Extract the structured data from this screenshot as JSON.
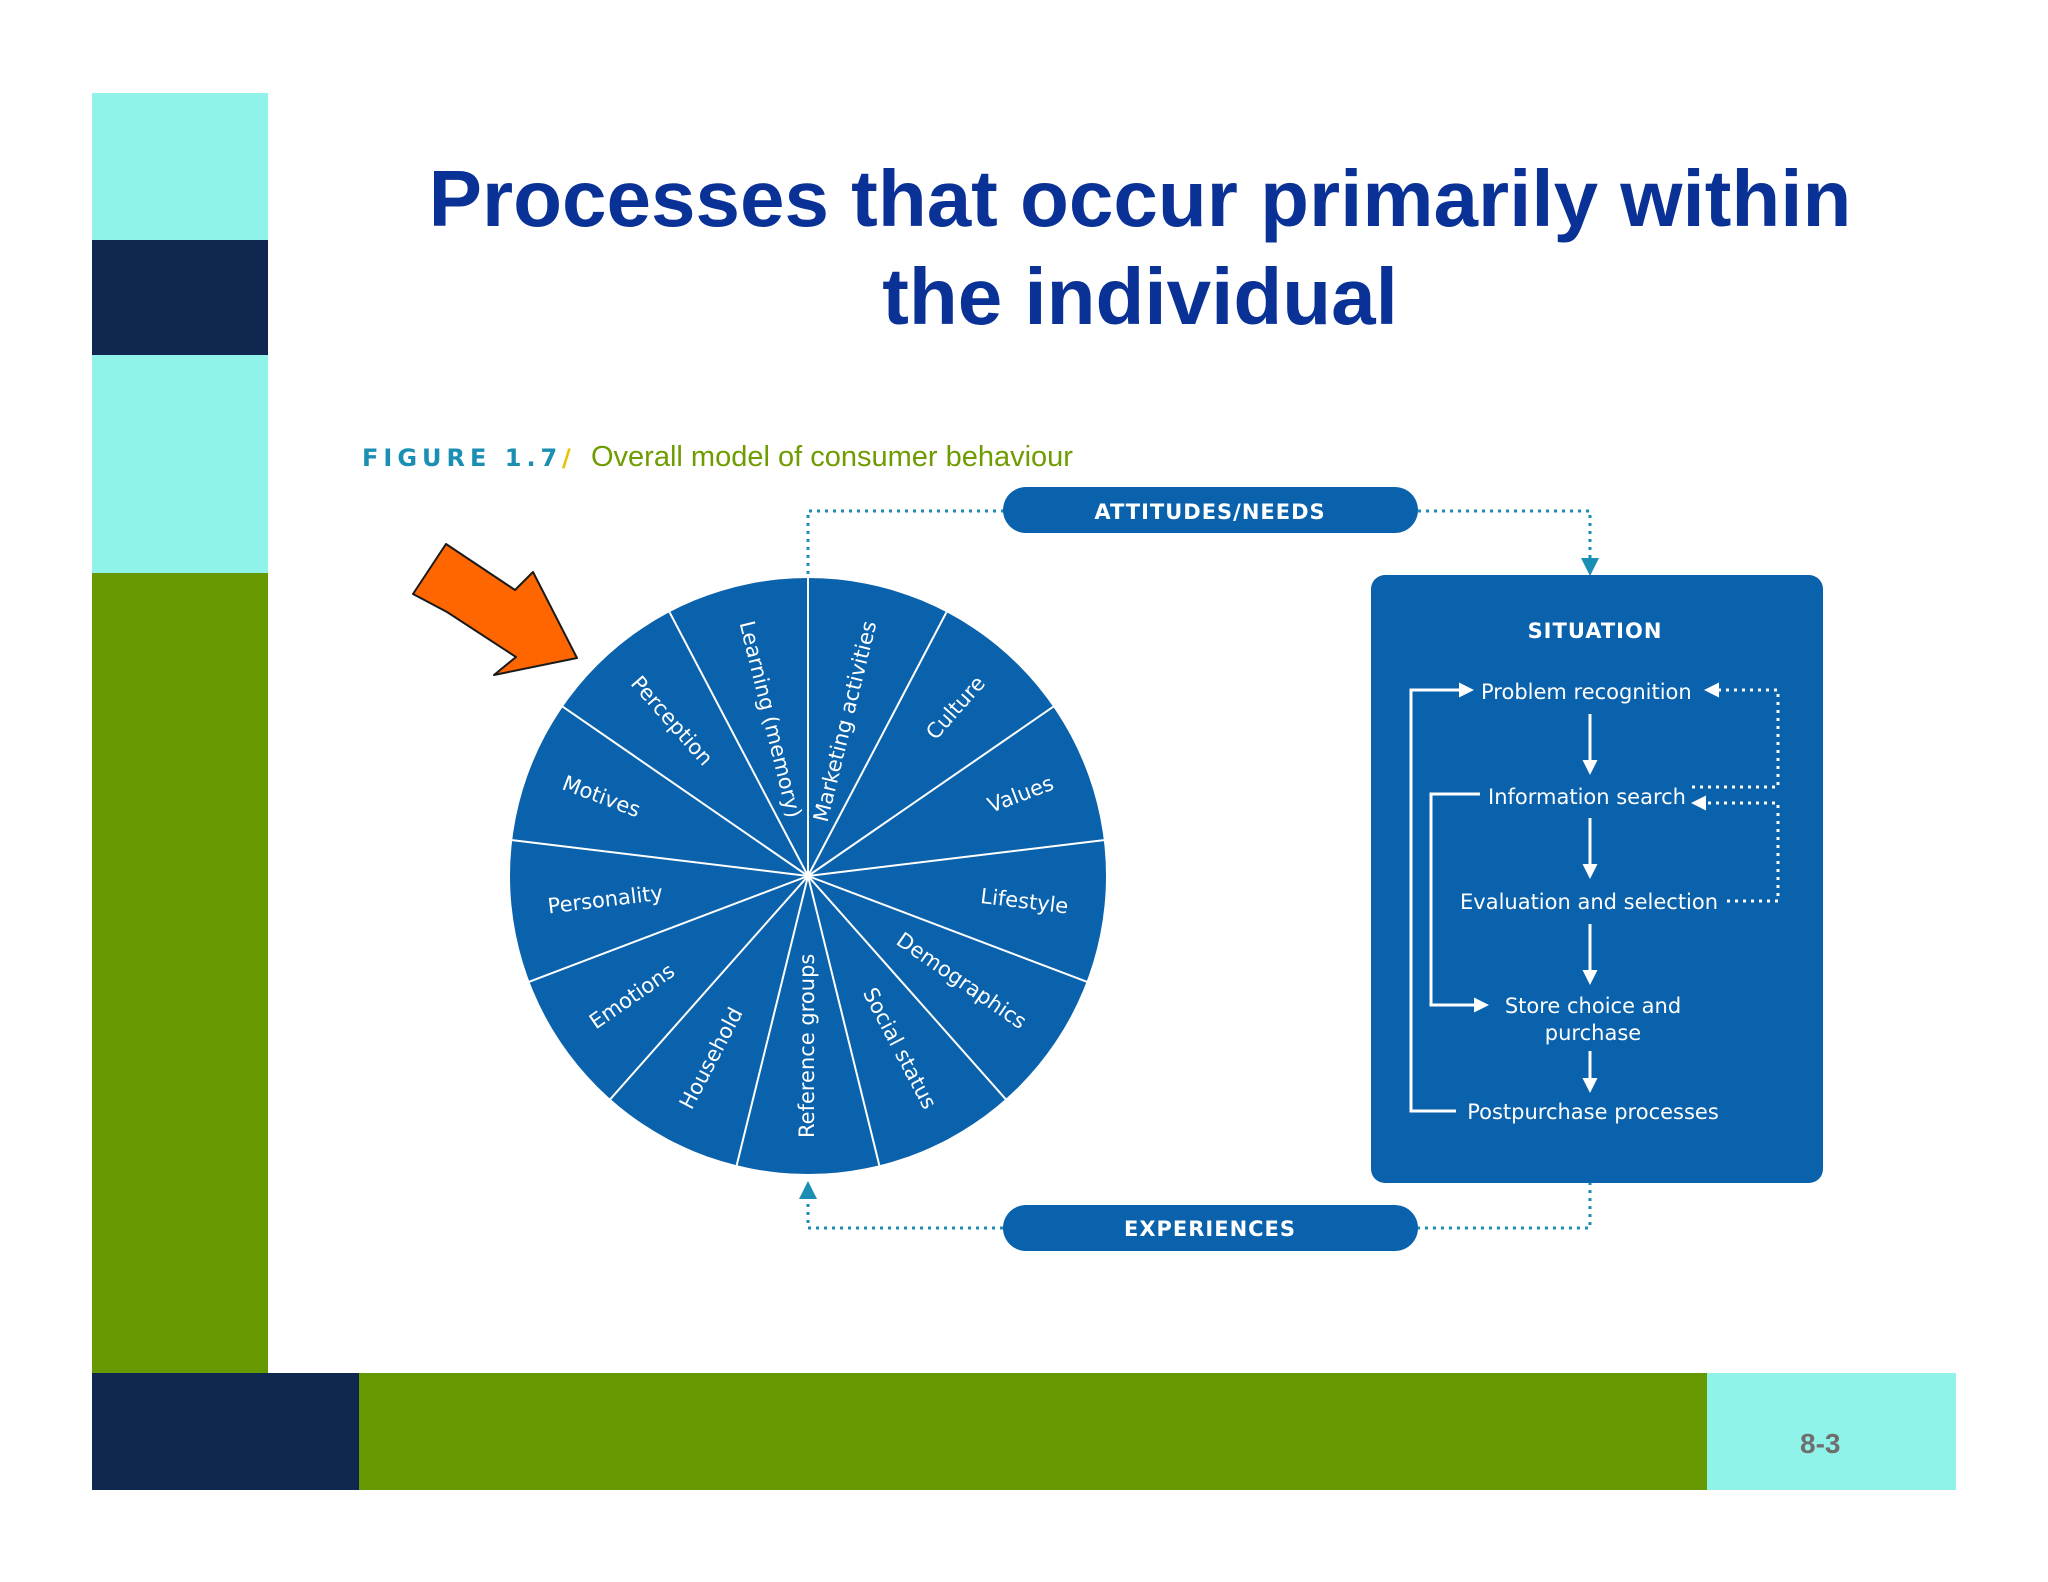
{
  "slide": {
    "title_line1": "Processes that occur primarily within",
    "title_line2": "the individual",
    "page_number": "8-3"
  },
  "figure": {
    "label": "FIGURE 1.7",
    "separator": "/",
    "caption": "Overall model of consumer behaviour"
  },
  "wheel": {
    "segments": [
      "Marketing activities",
      "Culture",
      "Values",
      "Lifestyle",
      "Demographics",
      "Social status",
      "Reference groups",
      "Household",
      "Emotions",
      "Personality",
      "Motives",
      "Perception",
      "Learning (memory)"
    ]
  },
  "flow": {
    "top_label": "ATTITUDES/NEEDS",
    "bottom_label": "EXPERIENCES",
    "situation": {
      "title": "SITUATION",
      "steps": {
        "problem_recognition": "Problem recognition",
        "information_search": "Information search",
        "evaluation": "Evaluation and selection",
        "store_line1": "Store choice and",
        "store_line2": "purchase",
        "postpurchase": "Postpurchase processes"
      }
    }
  },
  "colors": {
    "navy": "#102850",
    "aqua": "#8ff3ea",
    "green": "#669900",
    "title_blue": "#0a3296",
    "diagram_blue": "#0a62ac",
    "teal": "#1a8fb3",
    "arrow_orange": "#ff6600"
  }
}
